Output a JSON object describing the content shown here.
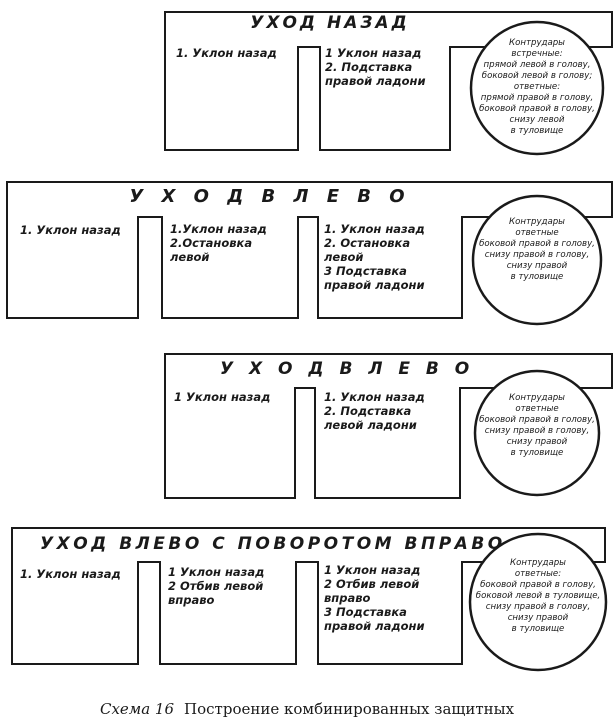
{
  "schemes": [
    {
      "title": "УХОД НАЗАД",
      "col1": "1. Уклон назад",
      "col2": "1 Уклон назад\n2. Подставка\nправой ладони",
      "circle": "Контрудары\nвстречные:\nпрямой левой в голову,\nбоковой левой в голову;\nответные:\nпрямой правой в голову,\nбоковой правой в голову,\nснизу левой\nв туловище"
    },
    {
      "title": "У Х О Д   В Л Е В О",
      "col1": "1. Уклон назад",
      "col2": "1.Уклон назад\n2.Остановка\nлевой",
      "col3": "1. Уклон назад\n2. Остановка\nлевой\n3 Подставка\nправой ладони",
      "circle": "Контрудары\nответные\nбоковой правой в голову,\nснизу правой в голову,\nснизу правой\nв туловище"
    },
    {
      "title": "У Х О Д   В Л Е В О",
      "col1": "1 Уклон назад",
      "col2": "1. Уклон назад\n2. Подставка\nлевой ладони",
      "circle": "Контрудары\nответные\nбоковой правой в голову,\nснизу правой в голову,\nснизу правой\nв туловище"
    },
    {
      "title": "УХОД ВЛЕВО С ПОВОРОТОМ ВПРАВО",
      "col1": "1. Уклон назад",
      "col2": "1 Уклон назад\n2 Отбив левой\nвправо",
      "col3": "1 Уклон назад\n2 Отбив левой\nвправо\n3 Подставка\nправой ладони",
      "circle": "Контрудары\nответные:\nбоковой правой в голову,\nбоковой левой в туловище,\nснизу правой в голову,\nснизу правой\nв туловище"
    }
  ],
  "caption": {
    "label": "Схема 16",
    "text": "Построение комбинированных защитных"
  },
  "colors": {
    "ink": "#1a1a1a",
    "paper": "#ffffff"
  }
}
